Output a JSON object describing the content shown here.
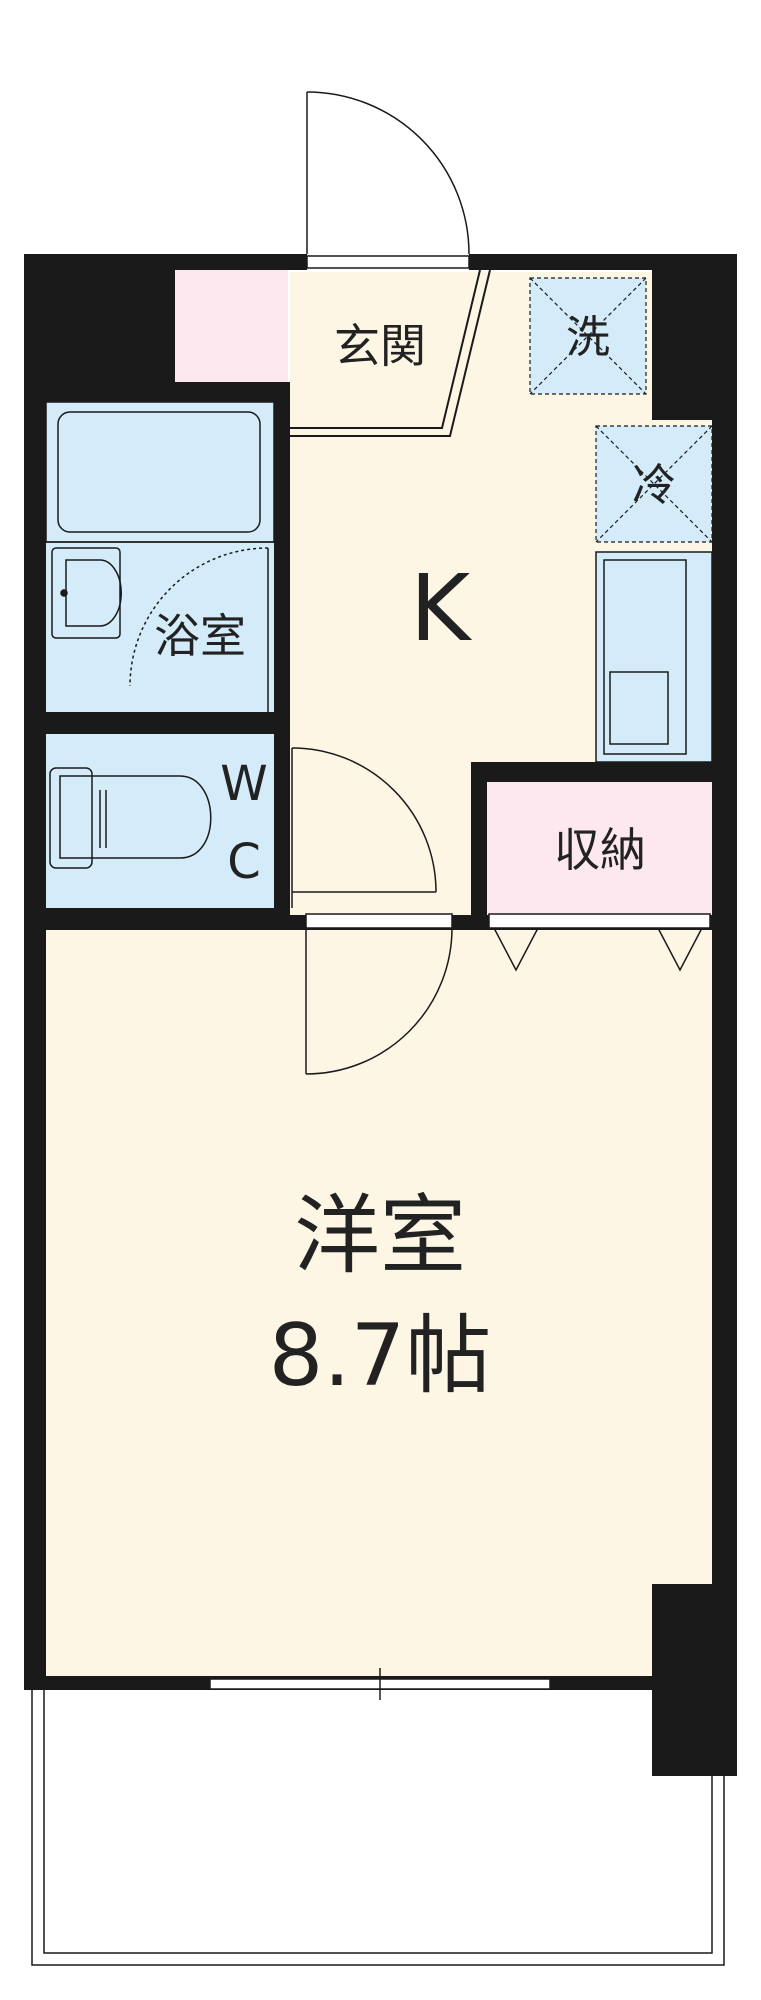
{
  "rooms": {
    "genkan": "玄関",
    "washer": "洗",
    "fridge": "冷",
    "kitchen": "K",
    "bath": "浴室",
    "wc_w": "W",
    "wc_c": "C",
    "storage": "収納",
    "western_room": "洋室",
    "western_room_size": "8.7帖"
  },
  "colors": {
    "floor": "#fdf6e4",
    "wet_area": "#d4ecfa",
    "storage": "#fce8ee",
    "wall": "#1a1a1a"
  }
}
